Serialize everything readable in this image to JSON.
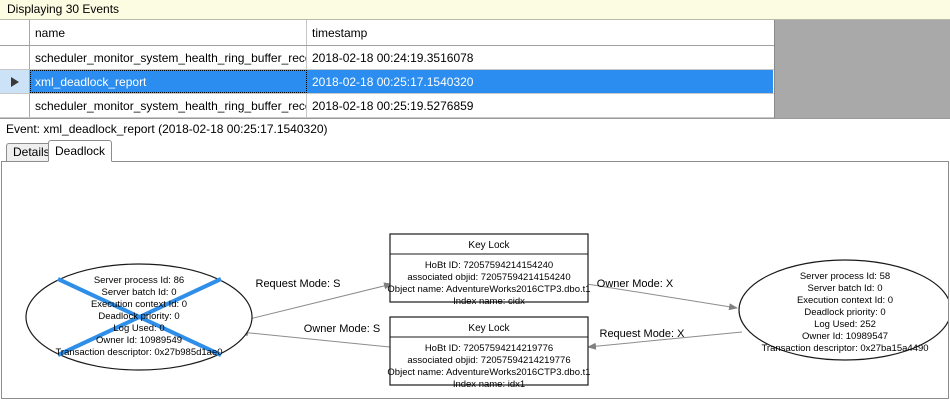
{
  "banner": {
    "text": "Displaying 30 Events"
  },
  "grid": {
    "columns": [
      "name",
      "timestamp"
    ],
    "rows": [
      {
        "marker": "",
        "name": "scheduler_monitor_system_health_ring_buffer_recorded",
        "timestamp": "2018-02-18 00:24:19.3516078",
        "selected": false
      },
      {
        "marker": "row-selector-arrow",
        "name": "xml_deadlock_report",
        "timestamp": "2018-02-18 00:25:17.1540320",
        "selected": true
      },
      {
        "marker": "",
        "name": "scheduler_monitor_system_health_ring_buffer_recorded",
        "timestamp": "2018-02-18 00:25:19.5276859",
        "selected": false
      }
    ]
  },
  "event_header": {
    "text": "Event: xml_deadlock_report (2018-02-18 00:25:17.1540320)"
  },
  "tabs": [
    {
      "label": "Details",
      "active": false
    },
    {
      "label": "Deadlock",
      "active": true
    }
  ],
  "deadlock_graph": {
    "victim_marker_color": "#2F8FE8",
    "process_left": {
      "is_victim": true,
      "lines": [
        "Server process Id: 86",
        "Server batch Id: 0",
        "Execution context Id: 0",
        "Deadlock priority: 0",
        "Log Used: 0",
        "Owner Id: 10989549",
        "Transaction descriptor: 0x27b985d1ae0"
      ]
    },
    "process_right": {
      "is_victim": false,
      "lines": [
        "Server process Id: 58",
        "Server batch Id: 0",
        "Execution context Id: 0",
        "Deadlock priority: 0",
        "Log Used: 252",
        "Owner Id: 10989547",
        "Transaction descriptor: 0x27ba15a4490"
      ]
    },
    "resource_top": {
      "title": "Key Lock",
      "lines": [
        "HoBt ID: 72057594214154240",
        "associated objid: 72057594214154240",
        "Object name: AdventureWorks2016CTP3.dbo.t1",
        "Index name: cidx"
      ]
    },
    "resource_bottom": {
      "title": "Key Lock",
      "lines": [
        "HoBt ID: 72057594214219776",
        "associated objid: 72057594214219776",
        "Object name: AdventureWorks2016CTP3.dbo.t1",
        "Index name: idx1"
      ]
    },
    "edges": [
      {
        "id": "left-request-top",
        "label": "Request Mode: S"
      },
      {
        "id": "top-owner-right",
        "label": "Owner Mode: X"
      },
      {
        "id": "bottom-owner-left",
        "label": "Owner Mode: S"
      },
      {
        "id": "right-request-bottom",
        "label": "Request Mode: X"
      }
    ]
  }
}
